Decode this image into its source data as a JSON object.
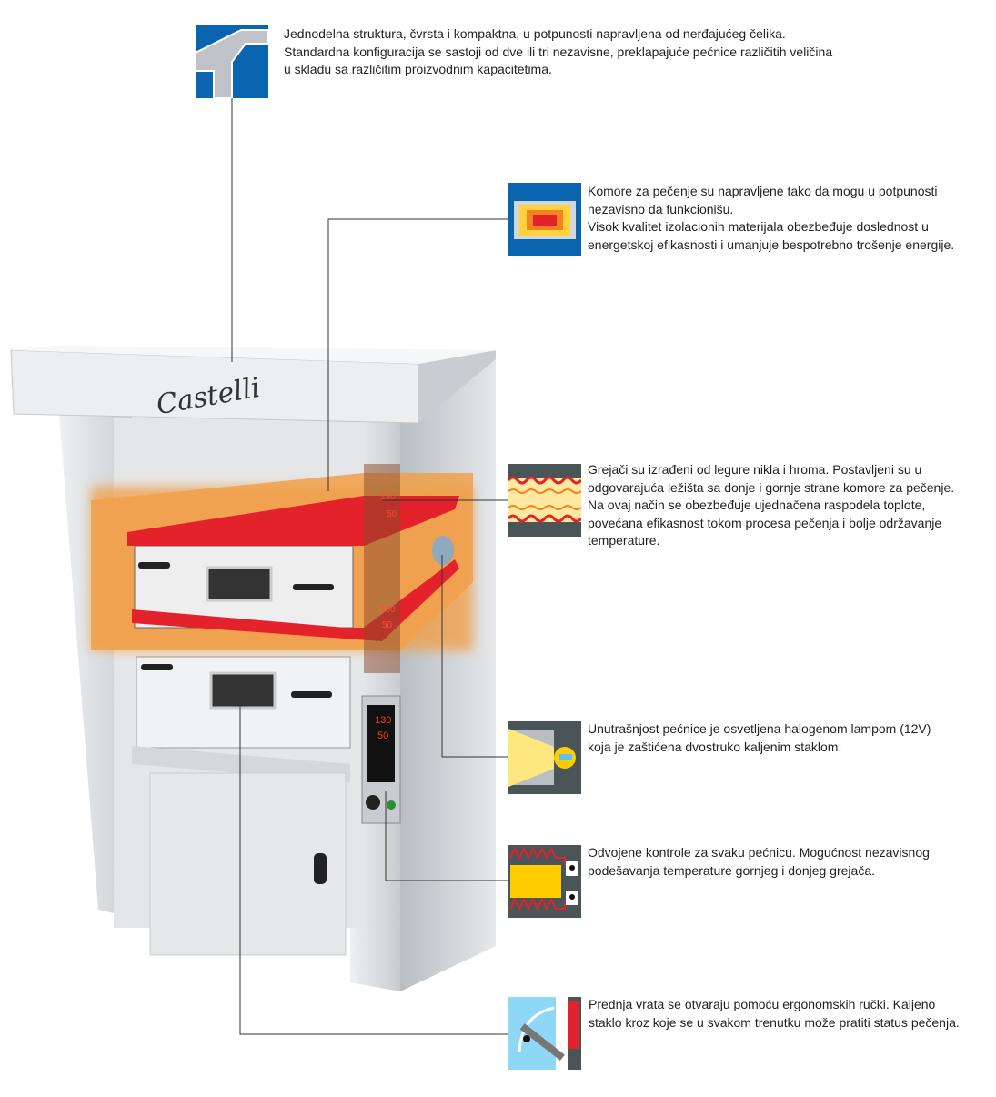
{
  "brand": "Castelli",
  "display_readouts": {
    "upper": "130",
    "lower": "50"
  },
  "features": [
    {
      "icon": "stainless-structure-icon",
      "text": "Jednodelna struktura, čvrsta i kompaktna, u potpunosti napravljena od nerđajućeg čelika.\nStandardna konfiguracija se sastoji od dve ili tri nezavisne, preklapajuće pećnice različitih veličina\nu skladu sa različitim proizvodnim kapacitetima."
    },
    {
      "icon": "insulated-chamber-icon",
      "text": "Komore za pečenje su napravljene tako da mogu u potpunosti\nnezavisno da funkcionišu.\nVisok kvalitet izolacionih materijala obezbeđuje doslednost u\nenergetskoj efikasnosti i umanjuje bespotrebno trošenje energije."
    },
    {
      "icon": "heating-elements-icon",
      "text": "Grejači su izrađeni od legure nikla i hroma. Postavljeni su u\nodgovarajuća ležišta sa donje i gornje strane komore za pečenje.\nNa ovaj način se obezbeđuje ujednačena raspodela toplote,\npovećana efikasnost tokom procesa pečenja i bolje održavanje\ntemperature."
    },
    {
      "icon": "halogen-lamp-icon",
      "text": "Unutrašnjost pećnice je osvetljena halogenom lampom (12V)\nkoja je zaštićena dvostruko kaljenim staklom."
    },
    {
      "icon": "separate-controls-icon",
      "text": "Odvojene kontrole za svaku pećnicu. Mogućnost nezavisnog\npodešavanja temperature gornjeg i donjeg grejača."
    },
    {
      "icon": "front-door-icon",
      "text": "Prednja vrata se otvaraju pomoću ergonomskih ručki. Kaljeno\nstaklo kroz koje se u svakom trenutku može pratiti status pečenja."
    }
  ],
  "colors": {
    "blue": "#0a64b0",
    "red": "#e3222b",
    "orange": "#f0a04b",
    "steel": "#d8dadd",
    "dark": "#4a5557",
    "yellow": "#ffcc00"
  }
}
